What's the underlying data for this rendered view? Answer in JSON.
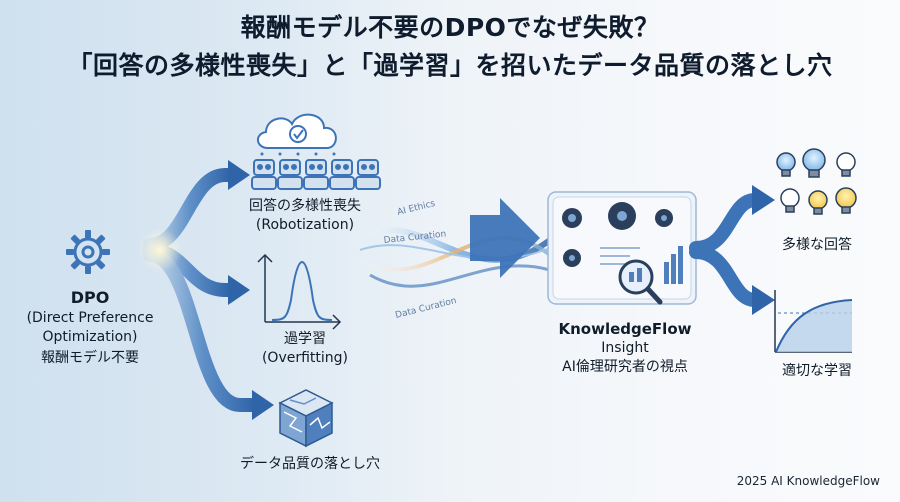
{
  "title": {
    "line1": "報酬モデル不要のDPOでなぜ失敗？",
    "line2": "「回答の多様性喪失」と「過学習」を招いたデータ品質の落とし穴"
  },
  "dpo": {
    "name": "DPO",
    "full_line1": "(Direct Preference",
    "full_line2": "Optimization)",
    "note": "報酬モデル不要"
  },
  "branches": {
    "diversity_loss": {
      "label": "回答の多様性喪失",
      "sub": "(Robotization)"
    },
    "overfitting": {
      "label": "過学習",
      "sub": "(Overfitting)"
    },
    "data_quality": {
      "label": "データ品質の落とし穴"
    }
  },
  "stream_labels": {
    "ethics": "AI Ethics",
    "curation1": "Data Curation",
    "curation2": "Data Curation"
  },
  "center": {
    "name": "KnowledgeFlow",
    "insight": "Insight",
    "role": "AI倫理研究者の視点"
  },
  "outcomes": {
    "diverse": "多様な回答",
    "learning": "適切な学習"
  },
  "footer": "2025 AI KnowledgeFlow",
  "colors": {
    "accent": "#3d74b8",
    "dark_text": "#0f1c2e"
  }
}
